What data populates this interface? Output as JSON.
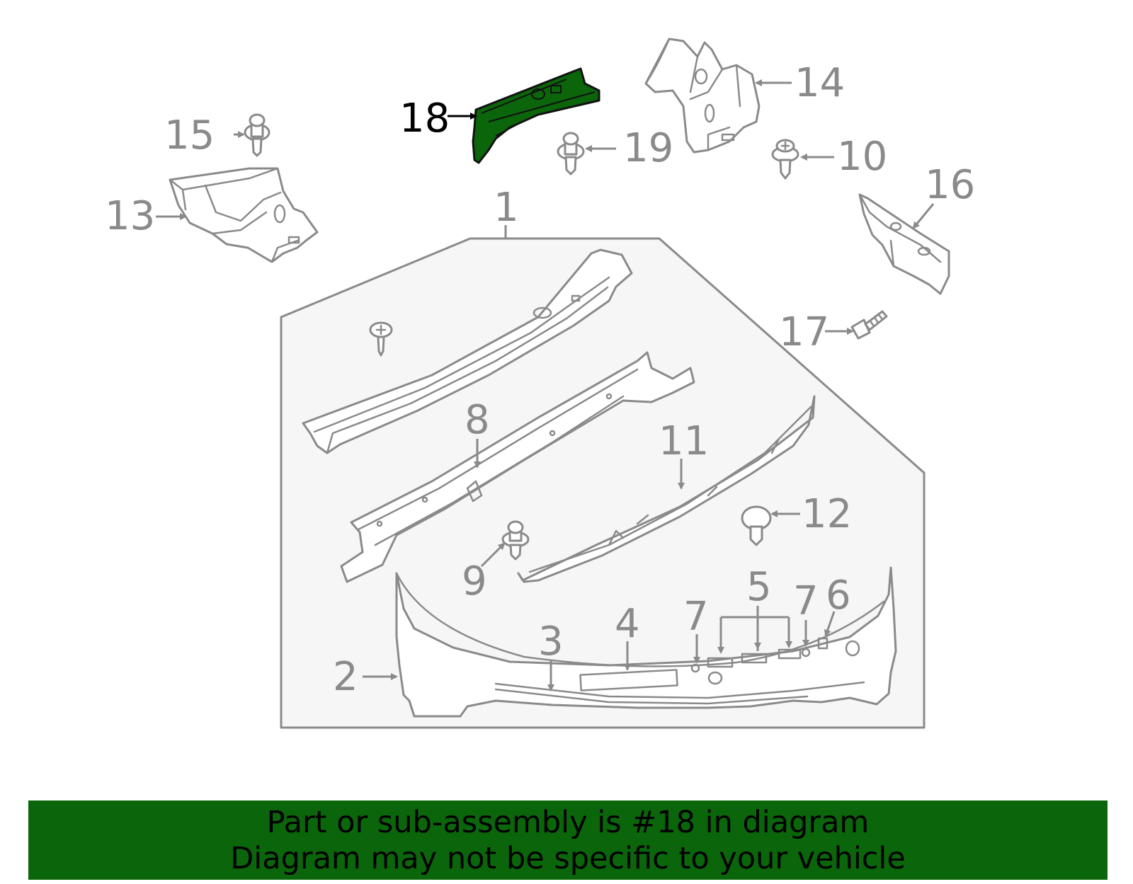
{
  "callouts": {
    "c1": "1",
    "c2": "2",
    "c3": "3",
    "c4": "4",
    "c5": "5",
    "c6": "6",
    "c7a": "7",
    "c7b": "7",
    "c8": "8",
    "c9": "9",
    "c10": "10",
    "c11": "11",
    "c12": "12",
    "c13": "13",
    "c14": "14",
    "c15": "15",
    "c16": "16",
    "c17": "17",
    "c18": "18",
    "c19": "19"
  },
  "highlight": {
    "part_number": "18",
    "color": "#0b650b"
  },
  "colors": {
    "line": "#8a8a8a",
    "banner_bg": "#0b650b",
    "assembly_bg": "#f6f6f6"
  },
  "banner": {
    "line1": "Part or sub-assembly is #18 in diagram",
    "line2": "Diagram may not be specific to your vehicle"
  }
}
